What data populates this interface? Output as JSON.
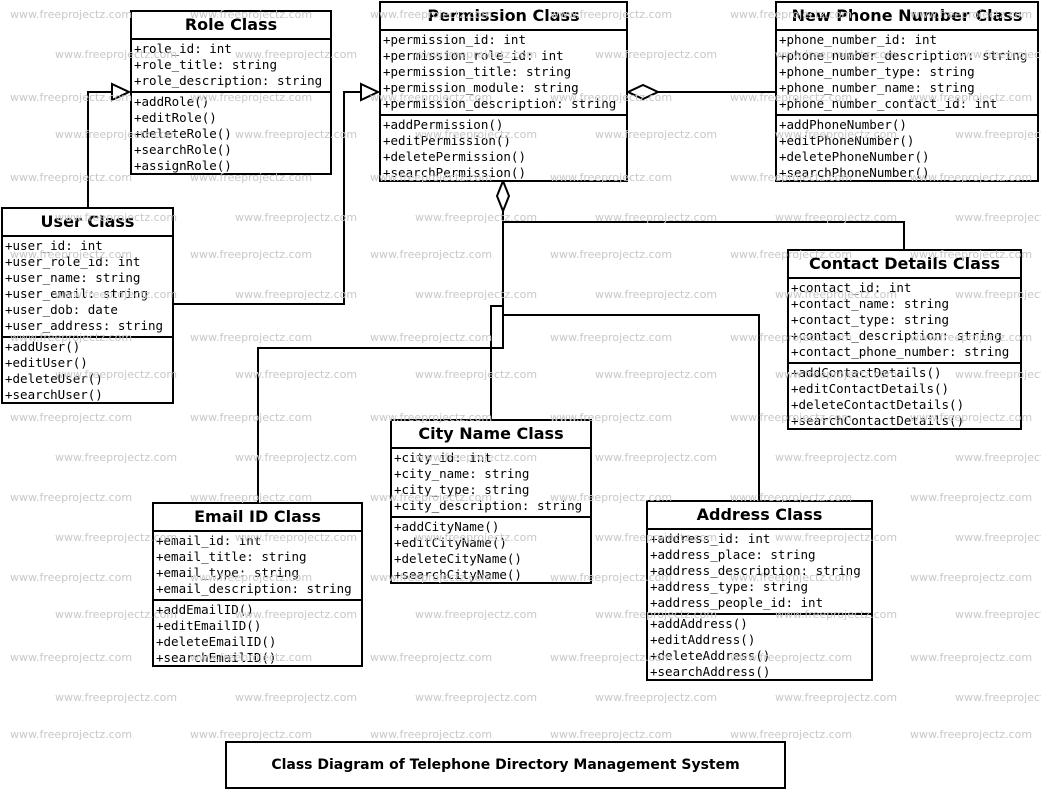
{
  "watermark": "www.freeprojectz.com",
  "caption": "Class Diagram of Telephone Directory Management System",
  "classes": {
    "role": {
      "name": "Role Class",
      "attributes": [
        "+role_id: int",
        "+role_title: string",
        "+role_description: string"
      ],
      "operations": [
        "+addRole()",
        "+editRole()",
        "+deleteRole()",
        "+searchRole()",
        "+assignRole()"
      ]
    },
    "permission": {
      "name": "Permission Class",
      "attributes": [
        "+permission_id: int",
        "+permission_role_id: int",
        "+permission_title: string",
        "+permission_module: string",
        "+permission_description: string"
      ],
      "operations": [
        "+addPermission()",
        "+editPermission()",
        "+deletePermission()",
        "+searchPermission()"
      ]
    },
    "phone": {
      "name": "New Phone Number Class",
      "attributes": [
        "+phone_number_id: int",
        "+phone_number_description: string",
        "+phone_number_type: string",
        "+phone_number_name: string",
        "+phone_number_contact_id: int"
      ],
      "operations": [
        "+addPhoneNumber()",
        "+editPhoneNumber()",
        "+deletePhoneNumber()",
        "+searchPhoneNumber()"
      ]
    },
    "user": {
      "name": "User Class",
      "attributes": [
        "+user_id: int",
        "+user_role_id: int",
        "+user_name: string",
        "+user_email: string",
        "+user_dob: date",
        "+user_address: string"
      ],
      "operations": [
        "+addUser()",
        "+editUser()",
        "+deleteUser()",
        "+searchUser()"
      ]
    },
    "contact": {
      "name": "Contact Details Class",
      "attributes": [
        "+contact_id: int",
        "+contact_name: string",
        "+contact_type: string",
        "+contact_description: string",
        "+contact_phone_number: string"
      ],
      "operations": [
        "+addContactDetails()",
        "+editContactDetails()",
        "+deleteContactDetails()",
        "+searchContactDetails()"
      ]
    },
    "city": {
      "name": "City Name Class",
      "attributes": [
        "+city_id: int",
        "+city_name: string",
        "+city_type: string",
        "+city_description: string"
      ],
      "operations": [
        "+addCityName()",
        "+editCityName()",
        "+deleteCityName()",
        "+searchCityName()"
      ]
    },
    "email": {
      "name": "Email ID Class",
      "attributes": [
        "+email_id: int",
        "+email_title: string",
        "+email_type: string",
        "+email_description: string"
      ],
      "operations": [
        "+addEmailID()",
        "+editEmailID()",
        "+deleteEmailID()",
        "+searchEmailID()"
      ]
    },
    "address": {
      "name": "Address Class",
      "attributes": [
        "+address_id: int",
        "+address_place: string",
        "+address_description: string",
        "+address_type: string",
        "+address_people_id: int"
      ],
      "operations": [
        "+addAddress()",
        "+editAddress()",
        "+deleteAddress()",
        "+searchAddress()"
      ]
    }
  },
  "relations": [
    {
      "from": "user",
      "to": "role",
      "type": "generalization"
    },
    {
      "from": "user",
      "to": "permission",
      "type": "generalization"
    },
    {
      "from": "phone",
      "to": "permission",
      "type": "aggregation"
    },
    {
      "from": "contact",
      "to": "permission",
      "type": "aggregation"
    },
    {
      "from": "city",
      "to": "permission",
      "type": "aggregation"
    },
    {
      "from": "email",
      "to": "permission",
      "type": "aggregation"
    },
    {
      "from": "address",
      "to": "permission",
      "type": "aggregation"
    }
  ]
}
